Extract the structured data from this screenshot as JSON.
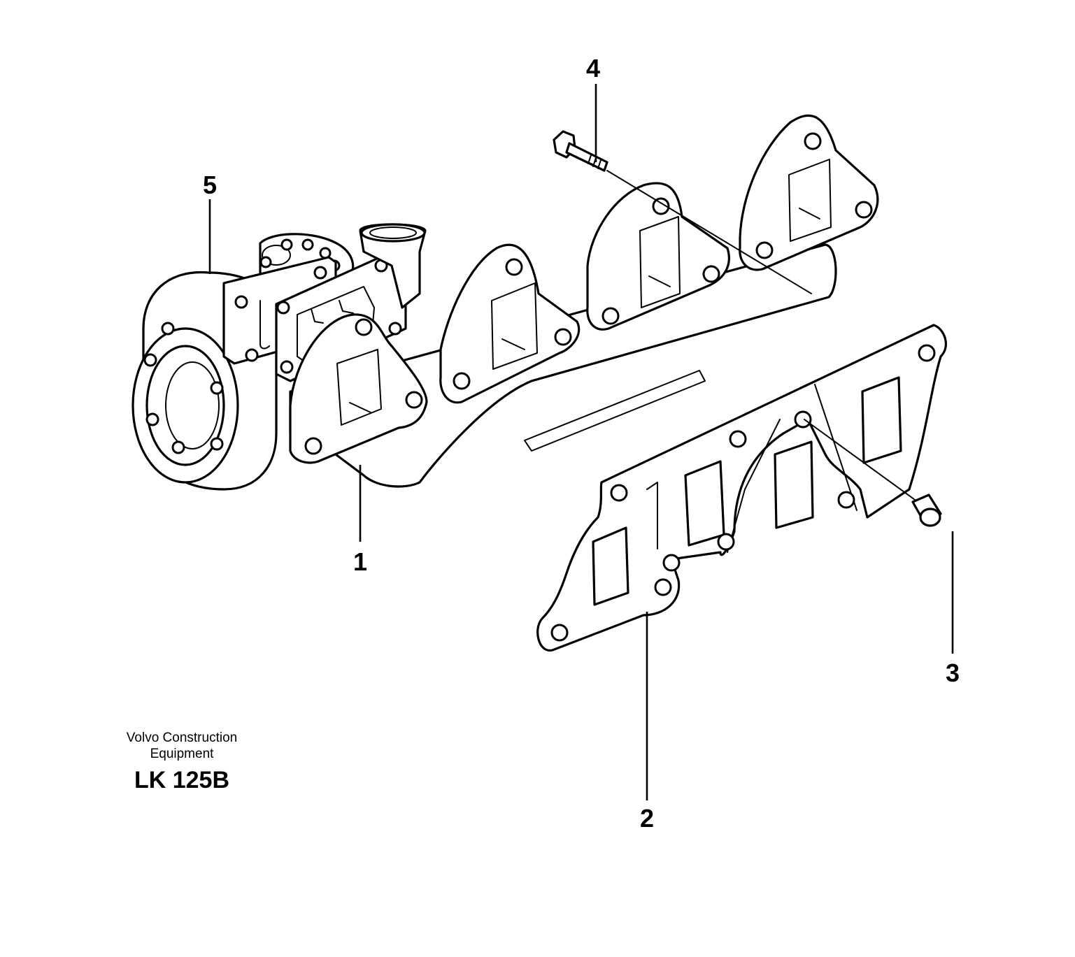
{
  "callouts": [
    {
      "id": "1",
      "label": "1"
    },
    {
      "id": "2",
      "label": "2"
    },
    {
      "id": "3",
      "label": "3"
    },
    {
      "id": "4",
      "label": "4"
    },
    {
      "id": "5",
      "label": "5"
    }
  ],
  "caption": {
    "brand_line1": "Volvo Construction",
    "brand_line2": "Equipment",
    "model": "LK 125B"
  }
}
